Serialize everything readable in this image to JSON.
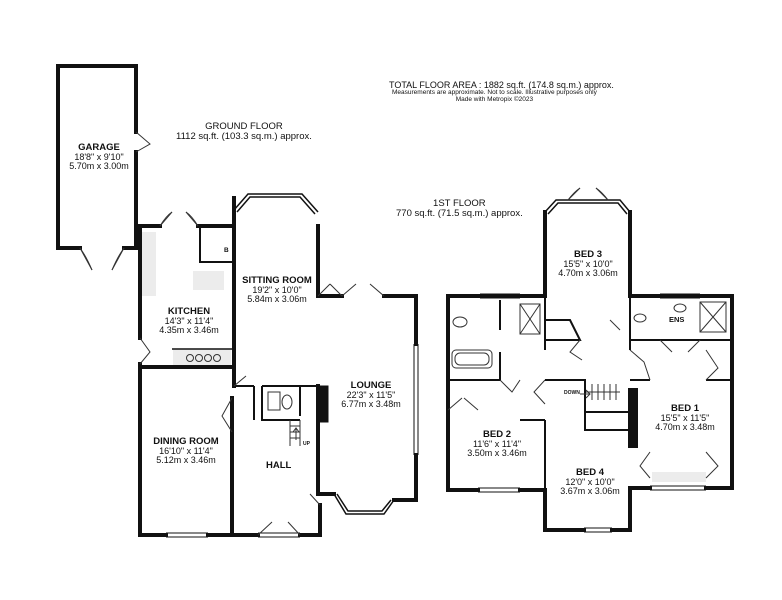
{
  "header": {
    "total_area": "TOTAL FLOOR AREA : 1882 sq.ft. (174.8 sq.m.) approx.",
    "note_1": "Measurements are approximate.  Not to scale.  Illustrative purposes only",
    "note_2": "Made with Metropix ©2023"
  },
  "ground_floor": {
    "title": "GROUND FLOOR",
    "area": "1112 sq.ft. (103.3 sq.m.) approx.",
    "rooms": {
      "garage": {
        "name": "GARAGE",
        "imperial": "18'8\" x 9'10\"",
        "metric": "5.70m  x 3.00m"
      },
      "kitchen": {
        "name": "KITCHEN",
        "imperial": "14'3\" x 11'4\"",
        "metric": "4.35m  x 3.46m"
      },
      "sitting": {
        "name": "SITTING ROOM",
        "imperial": "19'2\" x 10'0\"",
        "metric": "5.84m  x 3.06m"
      },
      "lounge": {
        "name": "LOUNGE",
        "imperial": "22'3\" x 11'5\"",
        "metric": "6.77m  x 3.48m"
      },
      "dining": {
        "name": "DINING ROOM",
        "imperial": "16'10\" x 11'4\"",
        "metric": "5.12m  x 3.46m"
      },
      "hall": {
        "name": "HALL"
      }
    },
    "labels": {
      "b": "B",
      "up": "UP"
    }
  },
  "first_floor": {
    "title": "1ST FLOOR",
    "area": "770 sq.ft. (71.5 sq.m.) approx.",
    "rooms": {
      "bed3": {
        "name": "BED 3",
        "imperial": "15'5\" x 10'0\"",
        "metric": "4.70m  x 3.06m"
      },
      "bed2": {
        "name": "BED 2",
        "imperial": "11'6\" x 11'4\"",
        "metric": "3.50m  x 3.46m"
      },
      "bed1": {
        "name": "BED 1",
        "imperial": "15'5\" x 11'5\"",
        "metric": "4.70m  x 3.48m"
      },
      "bed4": {
        "name": "BED 4",
        "imperial": "12'0\" x 10'0\"",
        "metric": "3.67m  x 3.06m"
      },
      "ens": {
        "name": "ENS"
      }
    },
    "labels": {
      "down": "DOWN"
    }
  }
}
